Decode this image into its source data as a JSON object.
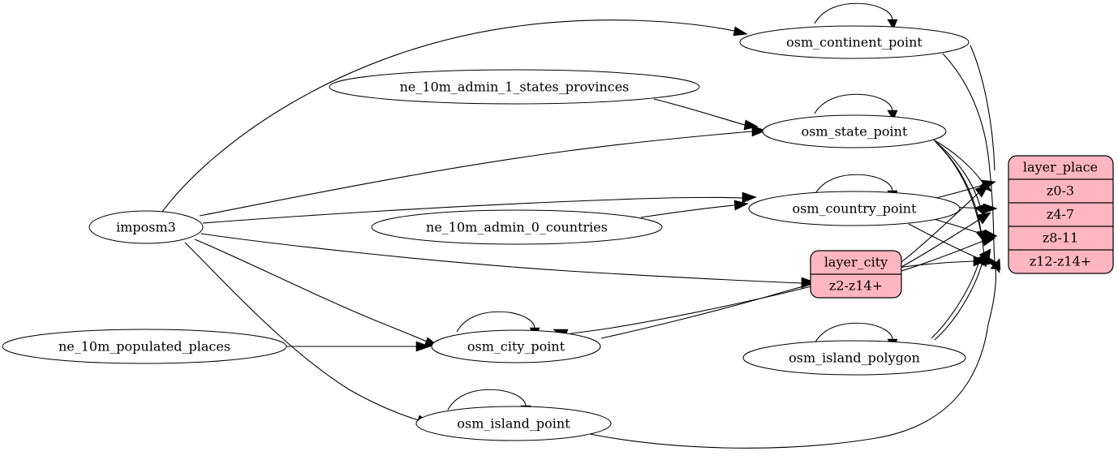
{
  "diagram": {
    "type": "graphviz-directed-graph",
    "background_color": "#ffffff",
    "edge_color": "#000000",
    "ellipse_fill": "#ffffff",
    "table_fill": "#ffb6c1",
    "nodes": [
      {
        "id": "imposm3",
        "label": "imposm3",
        "shape": "ellipse"
      },
      {
        "id": "ne_10m_admin_1_states_provinces",
        "label": "ne_10m_admin_1_states_provinces",
        "shape": "ellipse"
      },
      {
        "id": "ne_10m_admin_0_countries",
        "label": "ne_10m_admin_0_countries",
        "shape": "ellipse"
      },
      {
        "id": "ne_10m_populated_places",
        "label": "ne_10m_populated_places",
        "shape": "ellipse"
      },
      {
        "id": "osm_continent_point",
        "label": "osm_continent_point",
        "shape": "ellipse"
      },
      {
        "id": "osm_state_point",
        "label": "osm_state_point",
        "shape": "ellipse"
      },
      {
        "id": "osm_country_point",
        "label": "osm_country_point",
        "shape": "ellipse"
      },
      {
        "id": "osm_city_point",
        "label": "osm_city_point",
        "shape": "ellipse"
      },
      {
        "id": "osm_island_point",
        "label": "osm_island_point",
        "shape": "ellipse"
      },
      {
        "id": "osm_island_polygon",
        "label": "osm_island_polygon",
        "shape": "ellipse"
      }
    ],
    "tables": [
      {
        "id": "layer_city",
        "title": "layer_city",
        "rows": [
          "z2-z14+"
        ],
        "fill": "#ffb6c1"
      },
      {
        "id": "layer_place",
        "title": "layer_place",
        "rows": [
          "z0-3",
          "z4-7",
          "z8-11",
          "z12-z14+"
        ],
        "fill": "#ffb6c1"
      }
    ],
    "edges": [
      {
        "from": "imposm3",
        "to": "osm_continent_point"
      },
      {
        "from": "imposm3",
        "to": "osm_state_point"
      },
      {
        "from": "imposm3",
        "to": "osm_country_point"
      },
      {
        "from": "imposm3",
        "to": "layer_city"
      },
      {
        "from": "imposm3",
        "to": "osm_city_point"
      },
      {
        "from": "imposm3",
        "to": "osm_island_point"
      },
      {
        "from": "ne_10m_admin_1_states_provinces",
        "to": "osm_state_point"
      },
      {
        "from": "ne_10m_admin_0_countries",
        "to": "osm_country_point"
      },
      {
        "from": "ne_10m_populated_places",
        "to": "osm_city_point"
      },
      {
        "from": "osm_continent_point",
        "to": "osm_continent_point"
      },
      {
        "from": "osm_continent_point",
        "to": "layer_place"
      },
      {
        "from": "osm_state_point",
        "to": "osm_state_point"
      },
      {
        "from": "osm_state_point",
        "to": "layer_place"
      },
      {
        "from": "osm_country_point",
        "to": "osm_country_point"
      },
      {
        "from": "osm_country_point",
        "to": "layer_place"
      },
      {
        "from": "osm_city_point",
        "to": "osm_city_point"
      },
      {
        "from": "osm_city_point",
        "to": "layer_place"
      },
      {
        "from": "osm_island_point",
        "to": "osm_island_point"
      },
      {
        "from": "osm_island_point",
        "to": "layer_place"
      },
      {
        "from": "osm_island_polygon",
        "to": "osm_island_polygon"
      },
      {
        "from": "osm_island_polygon",
        "to": "layer_place"
      },
      {
        "from": "layer_city",
        "to": "osm_city_point"
      },
      {
        "from": "layer_city",
        "to": "layer_place"
      }
    ]
  }
}
